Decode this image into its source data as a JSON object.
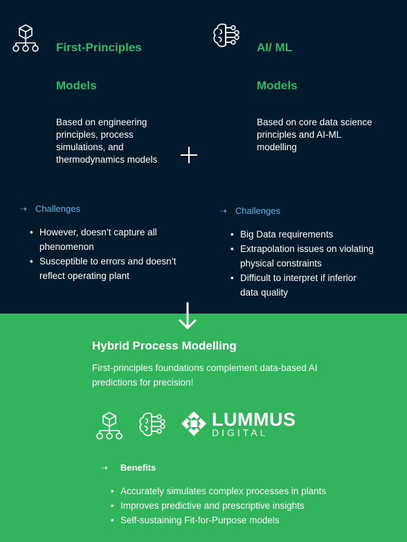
{
  "first_principles": {
    "icon": "hierarchy-cube-icon",
    "title_line1": "First-Principles",
    "title_line2": "Models",
    "description": "Based on engineering principles, process simulations, and thermodynamics models",
    "challenges_label": "Challenges",
    "challenges": [
      "However, doesn’t capture all phenomenon",
      "Susceptible to errors and doesn’t reflect operating plant"
    ]
  },
  "ai_ml": {
    "icon": "brain-circuit-icon",
    "title_line1": "AI/ ML",
    "title_line2": "Models",
    "description": "Based on core data science principles and AI-ML modelling",
    "challenges_label": "Challenges",
    "challenges": [
      "Big Data requirements",
      "Extrapolation issues on violating physical constraints",
      "Difficult to interpret if inferior data quality"
    ]
  },
  "hybrid": {
    "title": "Hybrid Process Modelling",
    "description": "First-principles foundations complement data-based AI predictions for precision!",
    "brand_primary": "LUMMUS",
    "brand_secondary": "DIGITAL",
    "benefits_label": "Benefits",
    "benefits": [
      "Accurately simulates complex processes in plants",
      "Improves predictive and prescriptive insights",
      "Self-sustaining Fit-for-Purpose models"
    ]
  },
  "colors": {
    "navy_background": "#031a2c",
    "green_background": "#31b45b",
    "title_green": "#33b86a",
    "challenge_blue": "#5ab4e8"
  }
}
